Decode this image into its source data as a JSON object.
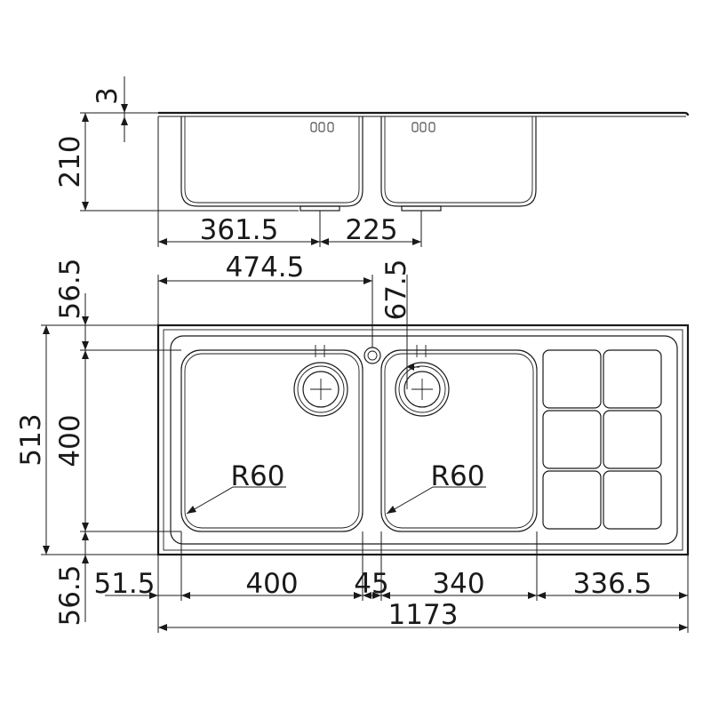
{
  "side_view": {
    "dims": {
      "top_thickness": "3",
      "depth": "210",
      "drain_offset_left": "361.5",
      "drain_spacing": "225"
    }
  },
  "top_view": {
    "dims": {
      "tap_hole_x": "474.5",
      "drain_offset_right_bowl": "67.5",
      "margin_top": "56.5",
      "overall_depth": "513",
      "bowl_depth": "400",
      "margin_bottom": "56.5",
      "margin_left": "51.5",
      "bowl_left_width": "400",
      "bowl_gap": "45",
      "bowl_right_width": "340",
      "drainer_width": "336.5",
      "overall_width": "1173",
      "radius_left": "R60",
      "radius_right": "R60"
    }
  },
  "colors": {
    "line": "#1a1a1a",
    "background": "#ffffff"
  }
}
